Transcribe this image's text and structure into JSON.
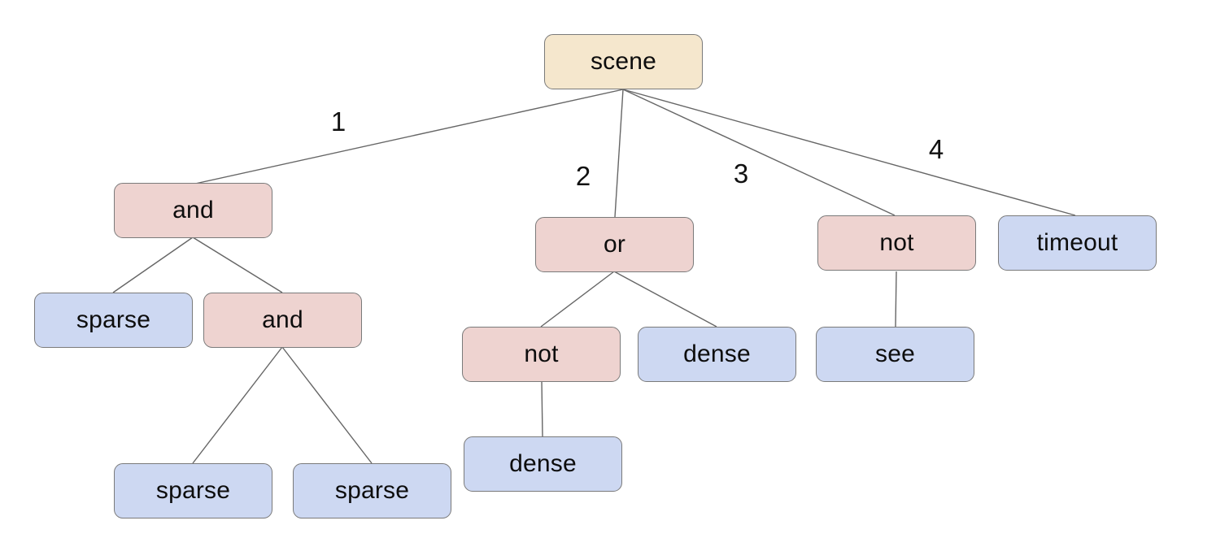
{
  "diagram_type": "behavior-tree",
  "colors": {
    "root_fill": "#f5e7cd",
    "operator_fill": "#eed3d0",
    "leaf_fill": "#cdd8f2",
    "node_border": "#7a7a7a",
    "edge_stroke": "#666666",
    "text": "#0d0d0d",
    "background": "#ffffff"
  },
  "nodes": {
    "scene": {
      "label": "scene",
      "type": "root"
    },
    "and1": {
      "label": "and",
      "type": "operator"
    },
    "or": {
      "label": "or",
      "type": "operator"
    },
    "not1": {
      "label": "not",
      "type": "operator"
    },
    "timeout": {
      "label": "timeout",
      "type": "leaf"
    },
    "sparse1": {
      "label": "sparse",
      "type": "leaf"
    },
    "and2": {
      "label": "and",
      "type": "operator"
    },
    "not2": {
      "label": "not",
      "type": "operator"
    },
    "dense1": {
      "label": "dense",
      "type": "leaf"
    },
    "see": {
      "label": "see",
      "type": "leaf"
    },
    "dense2": {
      "label": "dense",
      "type": "leaf"
    },
    "sparse2": {
      "label": "sparse",
      "type": "leaf"
    },
    "sparse3": {
      "label": "sparse",
      "type": "leaf"
    }
  },
  "edge_labels": {
    "e1": "1",
    "e2": "2",
    "e3": "3",
    "e4": "4"
  },
  "hierarchy": {
    "scene": [
      "and1 (edge 1)",
      "or (edge 2)",
      "not1 (edge 3)",
      "timeout (edge 4)"
    ],
    "and1": [
      "sparse1",
      "and2"
    ],
    "and2": [
      "sparse2",
      "sparse3"
    ],
    "or": [
      "not2",
      "dense1"
    ],
    "not2": [
      "dense2"
    ],
    "not1": [
      "see"
    ],
    "timeout": []
  }
}
